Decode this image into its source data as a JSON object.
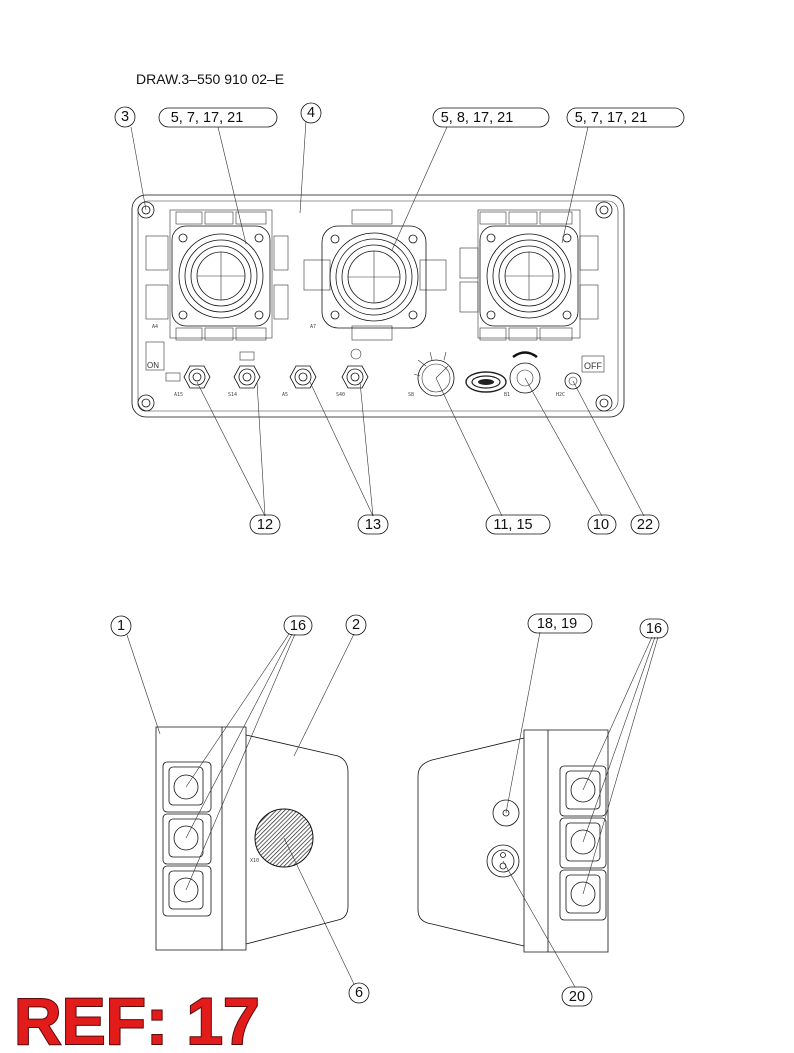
{
  "drawing_number": "DRAW.3–550 910 02–E",
  "ref_label": "REF: 17",
  "callouts": {
    "c3": "3",
    "c5a": "5, 7, 17, 21",
    "c4": "4",
    "c5b": "5, 8, 17, 21",
    "c5c": "5, 7, 17, 21",
    "c12": "12",
    "c13": "13",
    "c11": "11, 15",
    "c10": "10",
    "c22": "22",
    "c1": "1",
    "c16a": "16",
    "c2": "2",
    "c18": "18, 19",
    "c16b": "16",
    "c6": "6",
    "c20": "20"
  },
  "panel_text": {
    "on": "ON",
    "off": "OFF"
  }
}
